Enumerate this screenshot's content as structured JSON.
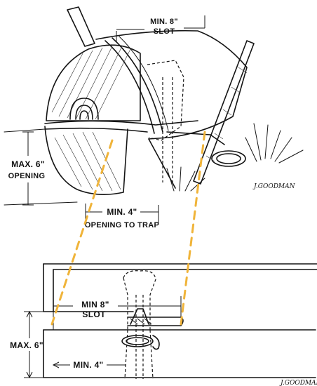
{
  "labels": {
    "top_slot": {
      "line1": "MIN. 8\"",
      "line2": "SLOT"
    },
    "top_opening": {
      "line1": "MAX. 6\"",
      "line2": "OPENING"
    },
    "top_trap_opening": {
      "line1": "MIN. 4\"",
      "line2": "OPENING TO TRAP"
    },
    "bottom_slot": {
      "line1": "MIN 8\"",
      "line2": "SLOT"
    },
    "bottom_max": "MAX. 6\"",
    "bottom_min": "MIN. 4\""
  },
  "signatures": {
    "top": "J.GOODMAN",
    "bottom": "J.GOODMAN"
  },
  "colors": {
    "ink": "#151515",
    "guide": "#f0b43a"
  }
}
